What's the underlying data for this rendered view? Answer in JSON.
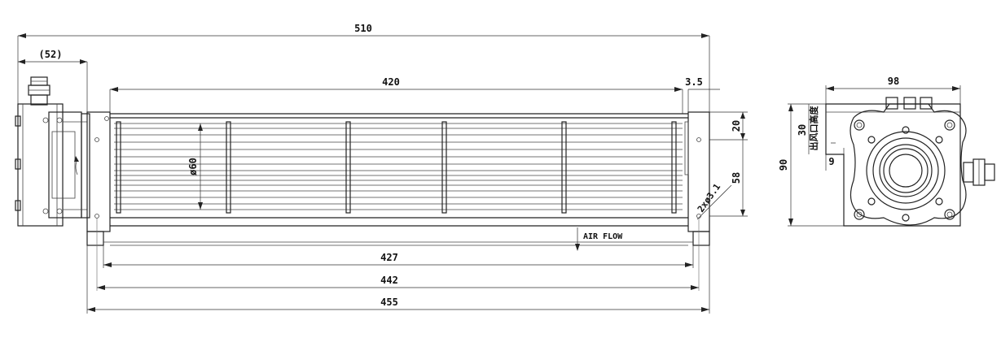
{
  "dimensions": {
    "overall_length": "510",
    "box_width": "(52)",
    "impeller_length": "420",
    "end_offset": "3.5",
    "height_20": "20",
    "diameter": "ø60",
    "height_58": "58",
    "mount_holes": "2xø3.1",
    "length_427": "427",
    "length_442": "442",
    "length_455": "455",
    "side_width": "98",
    "side_height": "90",
    "outlet_height": "30",
    "outlet_offset": "9"
  },
  "labels": {
    "air_flow": "AIR FLOW",
    "outlet_height_cn": "出风口高度"
  }
}
